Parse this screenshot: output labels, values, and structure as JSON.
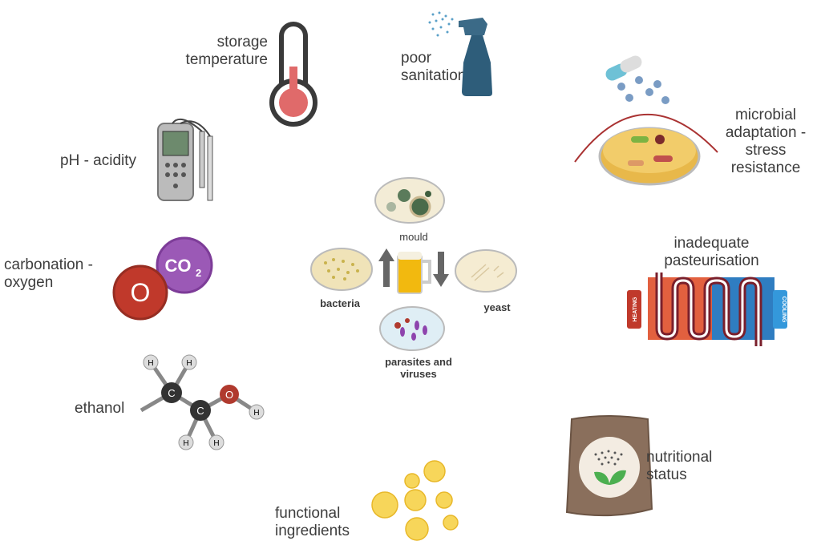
{
  "title": "Factors affecting beer microbial safety",
  "factors": {
    "storage_temperature": [
      "storage",
      "temperature"
    ],
    "poor_sanitation": [
      "poor",
      "sanitation"
    ],
    "microbial_adaptation": [
      "microbial",
      "adaptation -",
      "stress",
      "resistance"
    ],
    "ph": "pH - acidity",
    "carbonation": [
      "carbonation -",
      "oxygen"
    ],
    "ethanol": "ethanol",
    "pasteurisation": [
      "inadequate",
      "pasteurisation"
    ],
    "nutritional": [
      "nutritional",
      "status"
    ],
    "functional": [
      "functional",
      "ingredients"
    ]
  },
  "center": {
    "mould": "mould",
    "bacteria": "bacteria",
    "yeast": "yeast",
    "parasites": [
      "parasites and",
      "viruses"
    ]
  },
  "icons": {
    "o_label": "O",
    "co2_label": "CO",
    "co2_sub": "2",
    "atom_h": "H",
    "atom_c": "C",
    "atom_o": "O",
    "heating": "HEATING",
    "cooling": "COOLING"
  },
  "colors": {
    "red": "#c0392b",
    "blue": "#2e5d7a",
    "purple": "#9b59b6"
  }
}
